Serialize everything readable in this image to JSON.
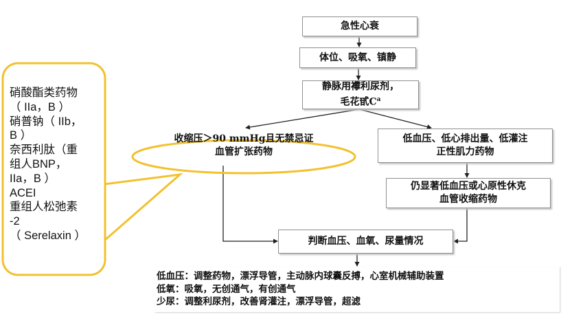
{
  "flowchart": {
    "start": "急性心衰",
    "step1": "体位、吸氧、镇静",
    "step2_line1": "静脉用襻利尿剂，",
    "step2_line2": "毛花甙C",
    "step2_sup": "a",
    "left_branch_line1": "收缩压＞90 mmHg且无禁忌证",
    "left_branch_line2": "血管扩张药物",
    "right_branch_line1": "低血压、低心排出量、低灌注",
    "right_branch_line2": "正性肌力药物",
    "shock_line1": "仍显著低血压或心原性休克",
    "shock_line2": "血管收缩药物",
    "assess": "判断血压、血氧、尿量情况",
    "manage_line1": "低血压：调整药物，漂浮导管，主动脉内球囊反搏，心室机械辅助装置",
    "manage_line2": "低氧：吸氧，无创通气，有创通气",
    "manage_line3": "少尿：调整利尿剂，改善肾灌注，漂浮导管，超滤"
  },
  "callout": {
    "lines": [
      "硝酸酯类药物",
      "（ IIa，B ）",
      "硝普钠（ IIb，",
      "B ）",
      "奈西利肽（重",
      "组人BNP，",
      "IIa，B ）",
      "ACEI",
      "重组人松弛素",
      "-2",
      "（ Serelaxin ）"
    ]
  },
  "colors": {
    "callout_border": "#F2C12E",
    "line": "#222222",
    "box_border": "#8f8f8f"
  }
}
